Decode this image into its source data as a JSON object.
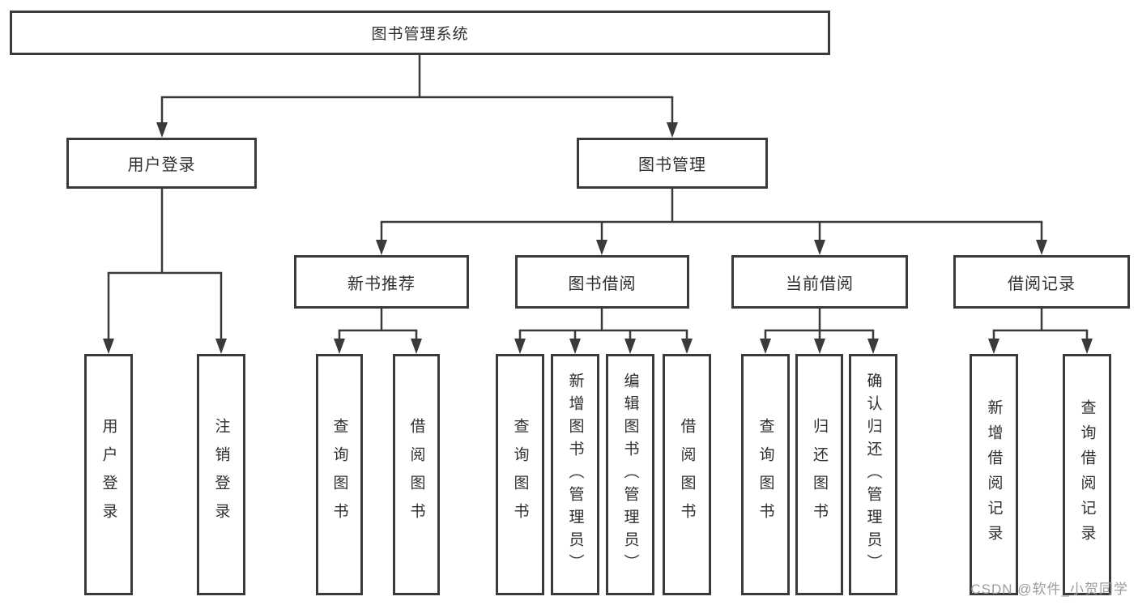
{
  "diagram": {
    "type": "tree",
    "root": {
      "label": "图书管理系统"
    },
    "level2": [
      {
        "label": "用户登录"
      },
      {
        "label": "图书管理"
      }
    ],
    "level3": [
      {
        "label": "新书推荐",
        "parent": "图书管理"
      },
      {
        "label": "图书借阅",
        "parent": "图书管理"
      },
      {
        "label": "当前借阅",
        "parent": "图书管理"
      },
      {
        "label": "借阅记录",
        "parent": "图书管理"
      }
    ],
    "leaves": [
      {
        "label": "用户登录",
        "parent": "用户登录"
      },
      {
        "label": "注销登录",
        "parent": "用户登录"
      },
      {
        "label": "查询图书",
        "parent": "新书推荐"
      },
      {
        "label": "借阅图书",
        "parent": "新书推荐"
      },
      {
        "label": "查询图书",
        "parent": "图书借阅"
      },
      {
        "label": "新增图书（管理员）",
        "parent": "图书借阅"
      },
      {
        "label": "编辑图书（管理员）",
        "parent": "图书借阅"
      },
      {
        "label": "借阅图书",
        "parent": "图书借阅"
      },
      {
        "label": "查询图书",
        "parent": "当前借阅"
      },
      {
        "label": "归还图书",
        "parent": "当前借阅"
      },
      {
        "label": "确认归还（管理员）",
        "parent": "当前借阅"
      },
      {
        "label": "新增借阅记录",
        "parent": "借阅记录"
      },
      {
        "label": "查询借阅记录",
        "parent": "借阅记录"
      }
    ]
  },
  "watermark": {
    "text": "CSDN @软件_小贺同学",
    "color": "#9c9c9c"
  },
  "colors": {
    "line": "#3a3a3a",
    "box_border": "#3a3a3a",
    "box_background": "#ffffff",
    "text": "#2f2f2f",
    "page_background": "#ffffff"
  }
}
